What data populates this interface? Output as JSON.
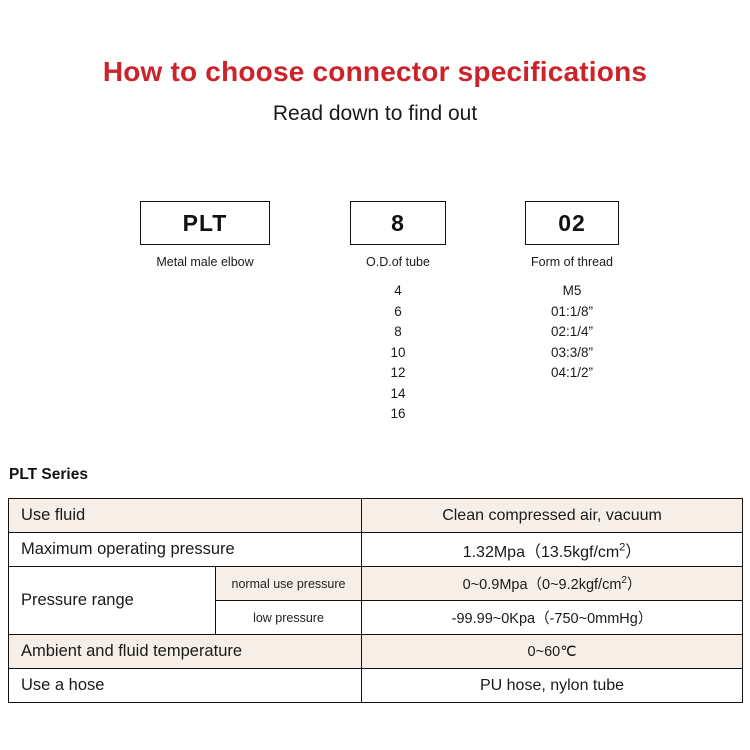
{
  "header": {
    "title": "How to choose connector specifications",
    "subtitle": "Read down to find out",
    "title_color": "#cc2229"
  },
  "code_breakdown": {
    "columns": [
      {
        "code": "PLT",
        "caption": "Metal male elbow",
        "options": []
      },
      {
        "code": "8",
        "caption": "O.D.of tube",
        "options": [
          "4",
          "6",
          "8",
          "10",
          "12",
          "14",
          "16"
        ]
      },
      {
        "code": "02",
        "caption": "Form of thread",
        "options": [
          "M5",
          "01:1/8”",
          "02:1/4”",
          "03:3/8”",
          "04:1/2”"
        ]
      }
    ]
  },
  "spec": {
    "heading": "PLT Series",
    "row_beige_color": "#f7efe7",
    "rows": [
      {
        "label": "Use fluid",
        "value": "Clean compressed air, vacuum",
        "shade": "beige"
      },
      {
        "label": "Maximum operating pressure",
        "value_main": "1.32Mpa（13.5kgf/cm",
        "value_sup": "2",
        "value_tail": "）",
        "shade": "white"
      },
      {
        "label": "Pressure range",
        "sub": [
          {
            "sublabel": "normal use pressure",
            "value_main": "0~0.9Mpa（0~9.2kgf/cm",
            "value_sup": "2",
            "value_tail": "）",
            "shade": "beige"
          },
          {
            "sublabel": "low pressure",
            "value_main": "-99.99~0Kpa（-750~0mmHg）",
            "shade": "white"
          }
        ]
      },
      {
        "label": "Ambient and fluid temperature",
        "value": "0~60℃",
        "shade": "beige"
      },
      {
        "label": "Use a hose",
        "value": "PU hose, nylon tube",
        "shade": "white"
      }
    ]
  }
}
